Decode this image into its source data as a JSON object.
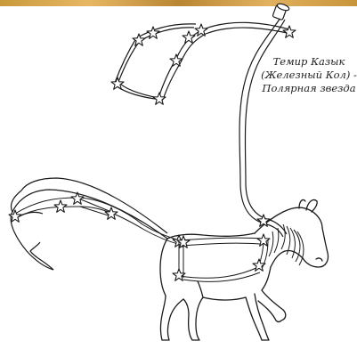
{
  "caption": {
    "line1": "Темир Казык",
    "line2": "(Железный Кол) -",
    "line3": "Полярная звезда"
  },
  "colors": {
    "ink": "#1a1a1a",
    "paper": "#ffffff",
    "top_strip": "#d9a851"
  },
  "elements": [
    "horse-drawing",
    "tether-rope",
    "north-star-peg",
    "star-icons",
    "constellation-lines"
  ]
}
